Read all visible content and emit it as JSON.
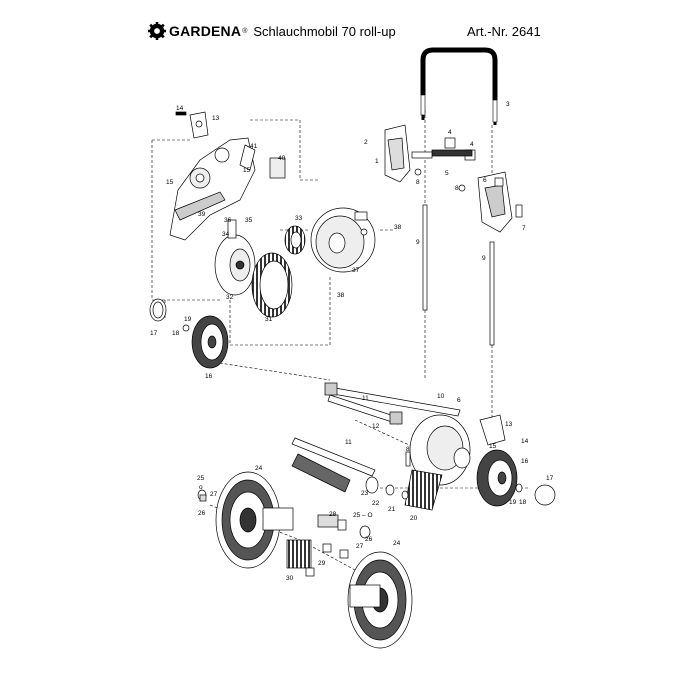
{
  "header": {
    "brand": "GARDENA",
    "brand_mark": "®",
    "product": "Schlauchmobil 70 roll-up",
    "article": "Art.-Nr. 2641"
  },
  "parts": {
    "p1": "1",
    "p2": "2",
    "p3": "3",
    "p4": "4",
    "p5": "5",
    "p6": "6",
    "p7": "7",
    "p8": "8",
    "p9": "9",
    "p10": "10",
    "p11": "11",
    "p12": "12",
    "p13": "13",
    "p14": "14",
    "p15": "15",
    "p16": "16",
    "p17": "17",
    "p18": "18",
    "p19": "19",
    "p20": "20",
    "p21": "21",
    "p22": "22",
    "p23": "23",
    "p24": "24",
    "p25": "25",
    "p25o": "25 – O",
    "p26": "26",
    "p27": "27",
    "p28": "28",
    "p29": "29",
    "p30": "30",
    "p31": "31",
    "p32": "32",
    "p33": "33",
    "p34": "34",
    "p35": "35",
    "p36": "36",
    "p37": "37",
    "p38": "38",
    "p39": "39",
    "p40": "40",
    "p41": "41",
    "p25c": "o"
  }
}
